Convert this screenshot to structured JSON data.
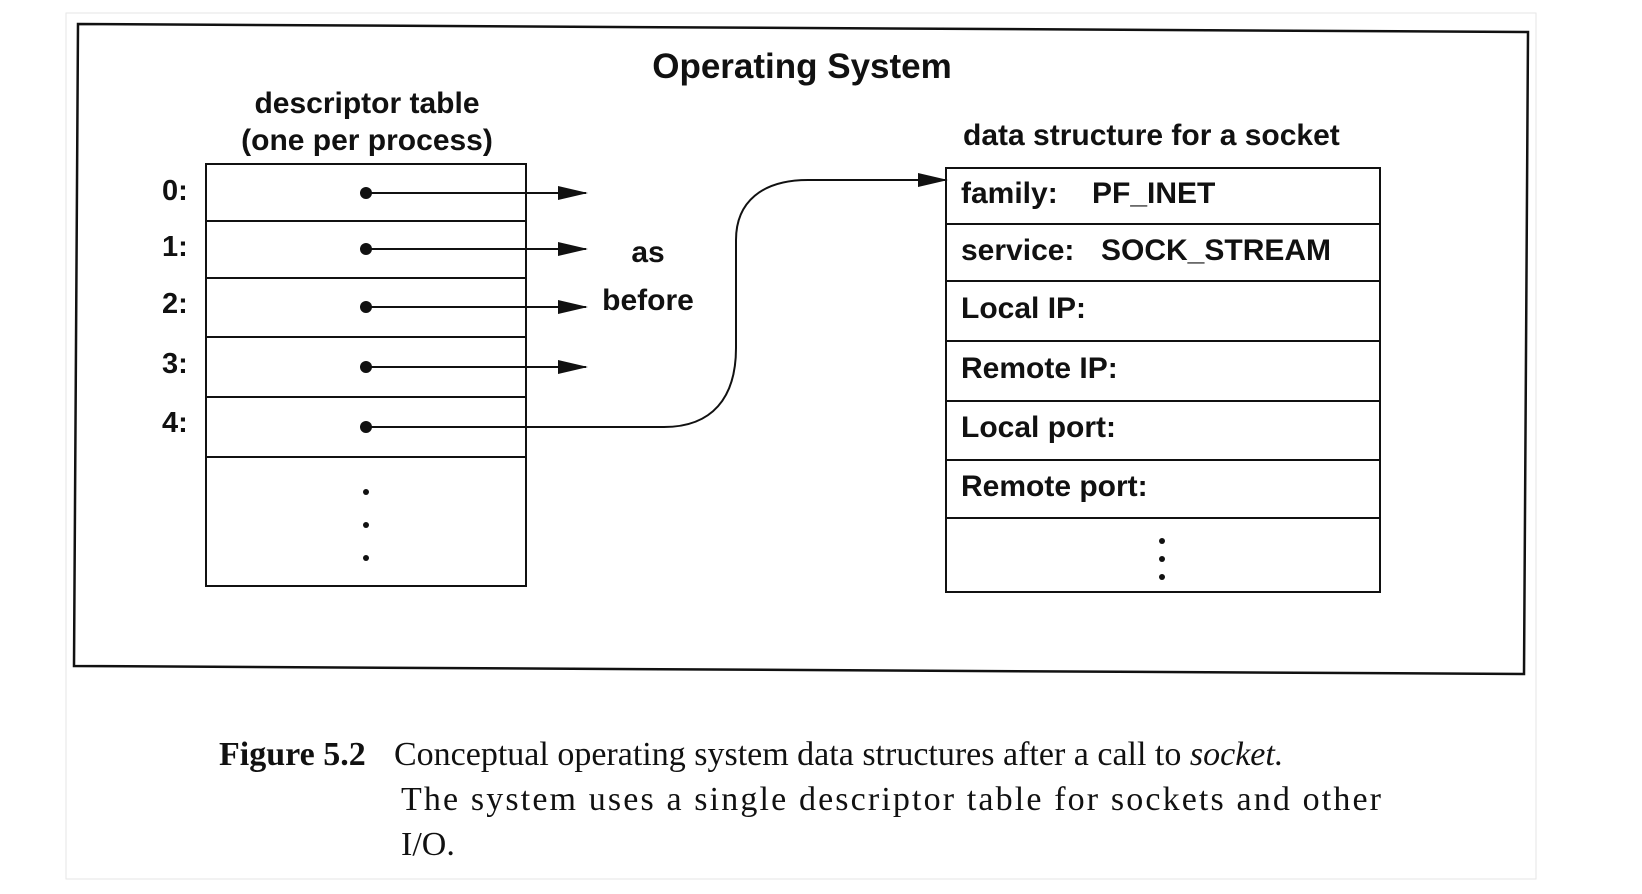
{
  "diagram": {
    "title": "Operating System",
    "descriptor_table": {
      "heading_line1": "descriptor table",
      "heading_line2": "(one per process)",
      "rows": [
        {
          "index": "0:"
        },
        {
          "index": "1:"
        },
        {
          "index": "2:"
        },
        {
          "index": "3:"
        },
        {
          "index": "4:"
        }
      ]
    },
    "as_before": {
      "line1": "as",
      "line2": "before"
    },
    "socket_structure": {
      "heading": "data structure for a socket",
      "fields": [
        {
          "label": "family:",
          "value": "PF_INET"
        },
        {
          "label": "service:",
          "value": "SOCK_STREAM"
        },
        {
          "label": "Local IP:",
          "value": ""
        },
        {
          "label": "Remote IP:",
          "value": ""
        },
        {
          "label": "Local port:",
          "value": ""
        },
        {
          "label": "Remote port:",
          "value": ""
        }
      ]
    }
  },
  "caption": {
    "label": "Figure 5.2",
    "line1_text": "Conceptual operating system data structures after a call to ",
    "line1_italic": "socket.",
    "line2": "The system uses a single descriptor table for sockets and other",
    "line3": "I/O."
  }
}
